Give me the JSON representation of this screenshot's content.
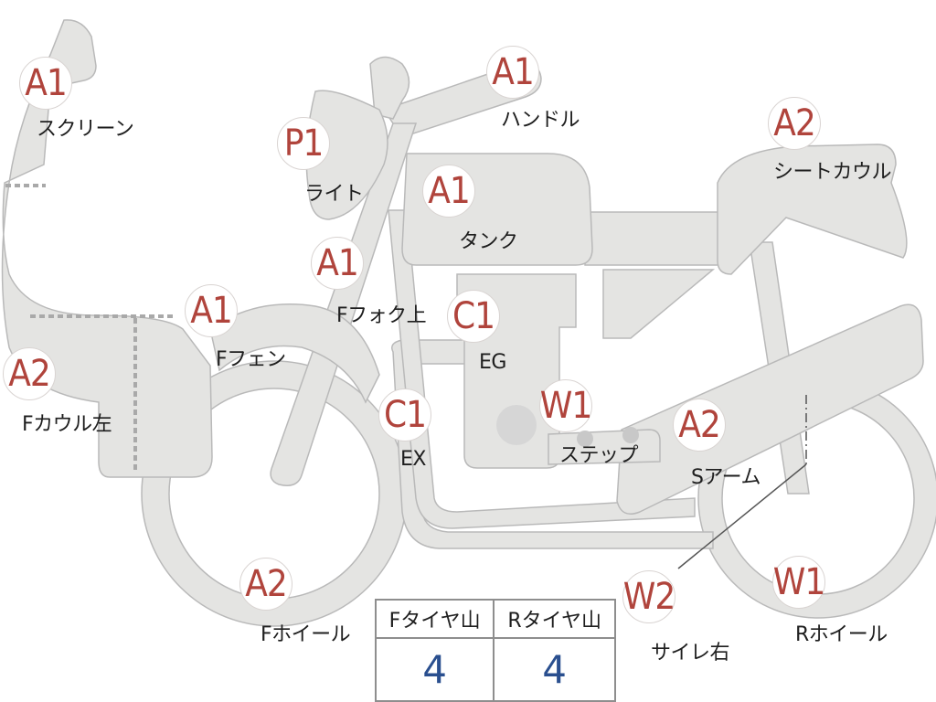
{
  "tread_table": {
    "headers": [
      "Fタイヤ山",
      "Rタイヤ山"
    ],
    "values": [
      "4",
      "4"
    ]
  },
  "grades": {
    "screen": "A1",
    "handle": "A1",
    "seat_cowl": "A2",
    "light": "P1",
    "tank": "A1",
    "front_fork_upper": "A1",
    "front_fender": "A1",
    "engine": "C1",
    "front_cowl_left": "A2",
    "exhaust": "C1",
    "step": "W1",
    "swing_arm": "A2",
    "front_wheel": "A2",
    "silencer_right": "W2",
    "rear_wheel": "W1"
  },
  "labels": {
    "screen": "スクリーン",
    "handle": "ハンドル",
    "seat_cowl": "シートカウル",
    "light": "ライト",
    "tank": "タンク",
    "front_fork_upper": "Fフォク上",
    "front_fender": "Fフェン",
    "engine": "EG",
    "front_cowl_left": "Fカウル左",
    "exhaust": "EX",
    "step": "ステップ",
    "swing_arm": "Sアーム",
    "front_wheel": "Fホイール",
    "silencer_right": "サイレ右",
    "rear_wheel": "Rホイール"
  },
  "colors": {
    "part_fill": "#e4e4e2",
    "part_stroke": "#b9b9b9",
    "grade_text": "#b0443c",
    "tread_value": "#2a4f8f"
  }
}
